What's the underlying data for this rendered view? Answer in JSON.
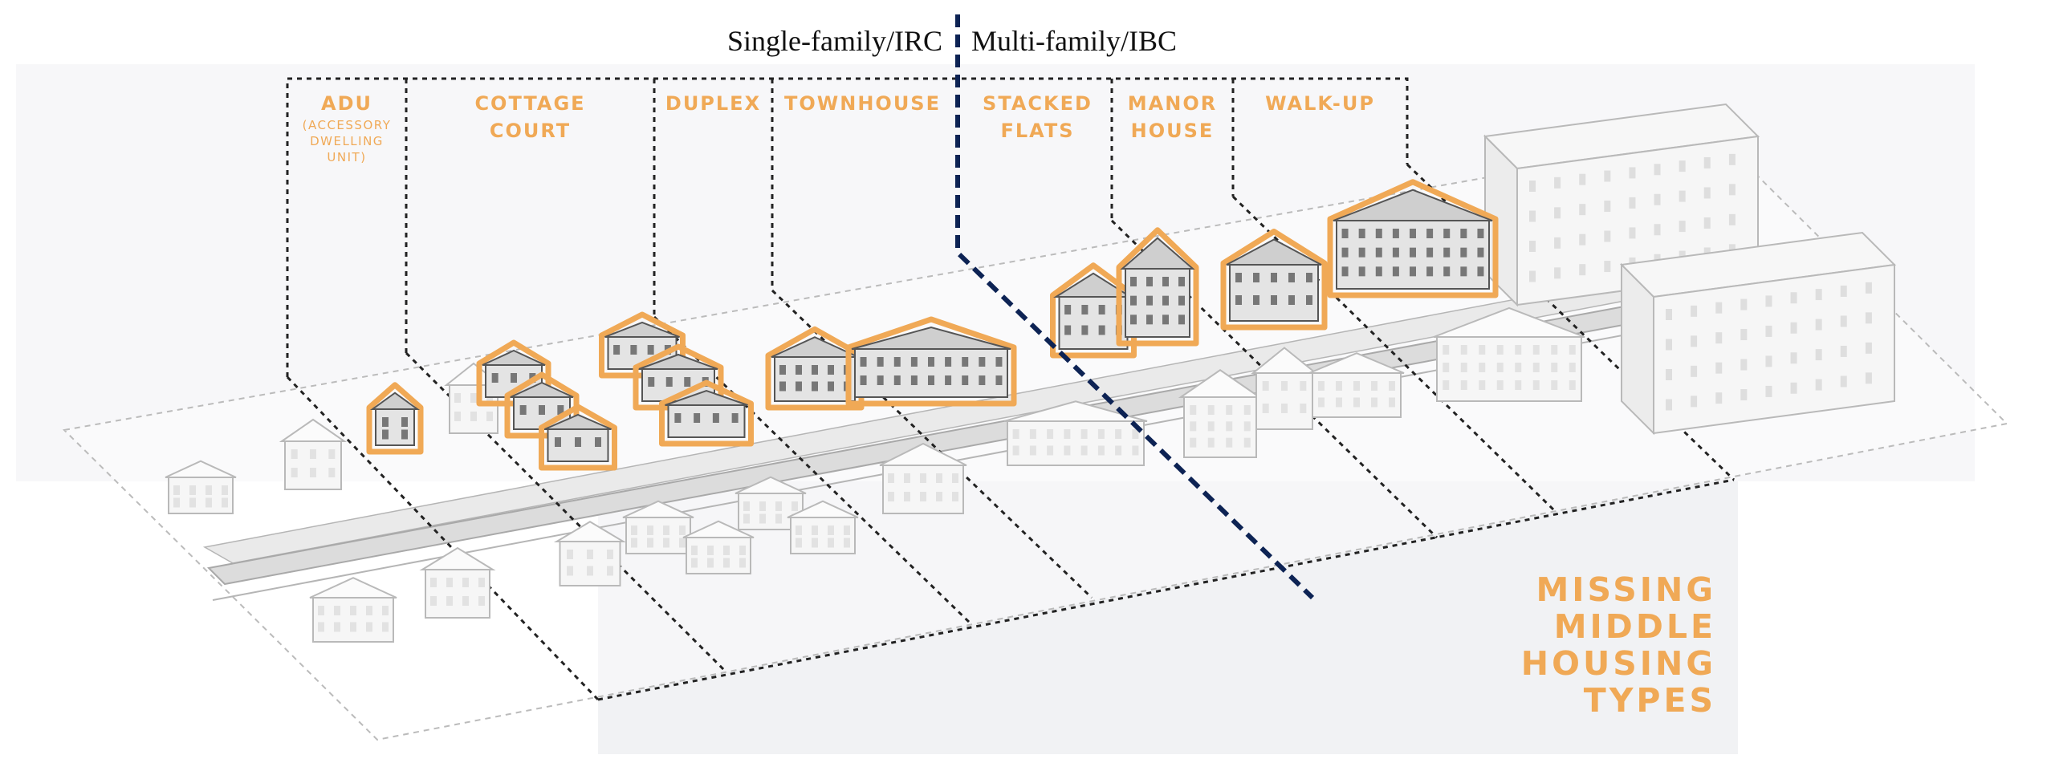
{
  "headings": {
    "left_code": "Single-family/IRC",
    "right_code": "Multi-family/IBC"
  },
  "housing_types": [
    {
      "line1": "ADU",
      "line2": "",
      "sub": "(ACCESSORY DWELLING UNIT)"
    },
    {
      "line1": "COTTAGE",
      "line2": "COURT",
      "sub": ""
    },
    {
      "line1": "DUPLEX",
      "line2": "",
      "sub": ""
    },
    {
      "line1": "TOWNHOUSE",
      "line2": "",
      "sub": ""
    },
    {
      "line1": "STACKED",
      "line2": "FLATS",
      "sub": ""
    },
    {
      "line1": "MANOR",
      "line2": "HOUSE",
      "sub": ""
    },
    {
      "line1": "WALK-UP",
      "line2": "",
      "sub": ""
    }
  ],
  "title": [
    "MISSING",
    "MIDDLE",
    "HOUSING",
    "TYPES"
  ],
  "colors": {
    "accent": "#f0a956",
    "divider": "#0d2354",
    "guide_lines": "#222222",
    "panel": "#f3f4f6",
    "building_fill": "#f6f6f6",
    "building_stroke": "#b9b9b9",
    "highlight_building_fill": "#e4e4e4",
    "highlight_building_stroke": "#555555"
  }
}
